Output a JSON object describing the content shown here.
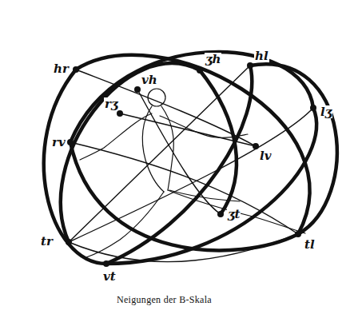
{
  "diagram": {
    "caption": "Neigungen der B-Skala",
    "labels": [
      "hl",
      "ʒh",
      "hr",
      "vh",
      "rʒ",
      "lʒ",
      "rv",
      "lv",
      "ʒt",
      "tr",
      "tl",
      "vt"
    ]
  }
}
